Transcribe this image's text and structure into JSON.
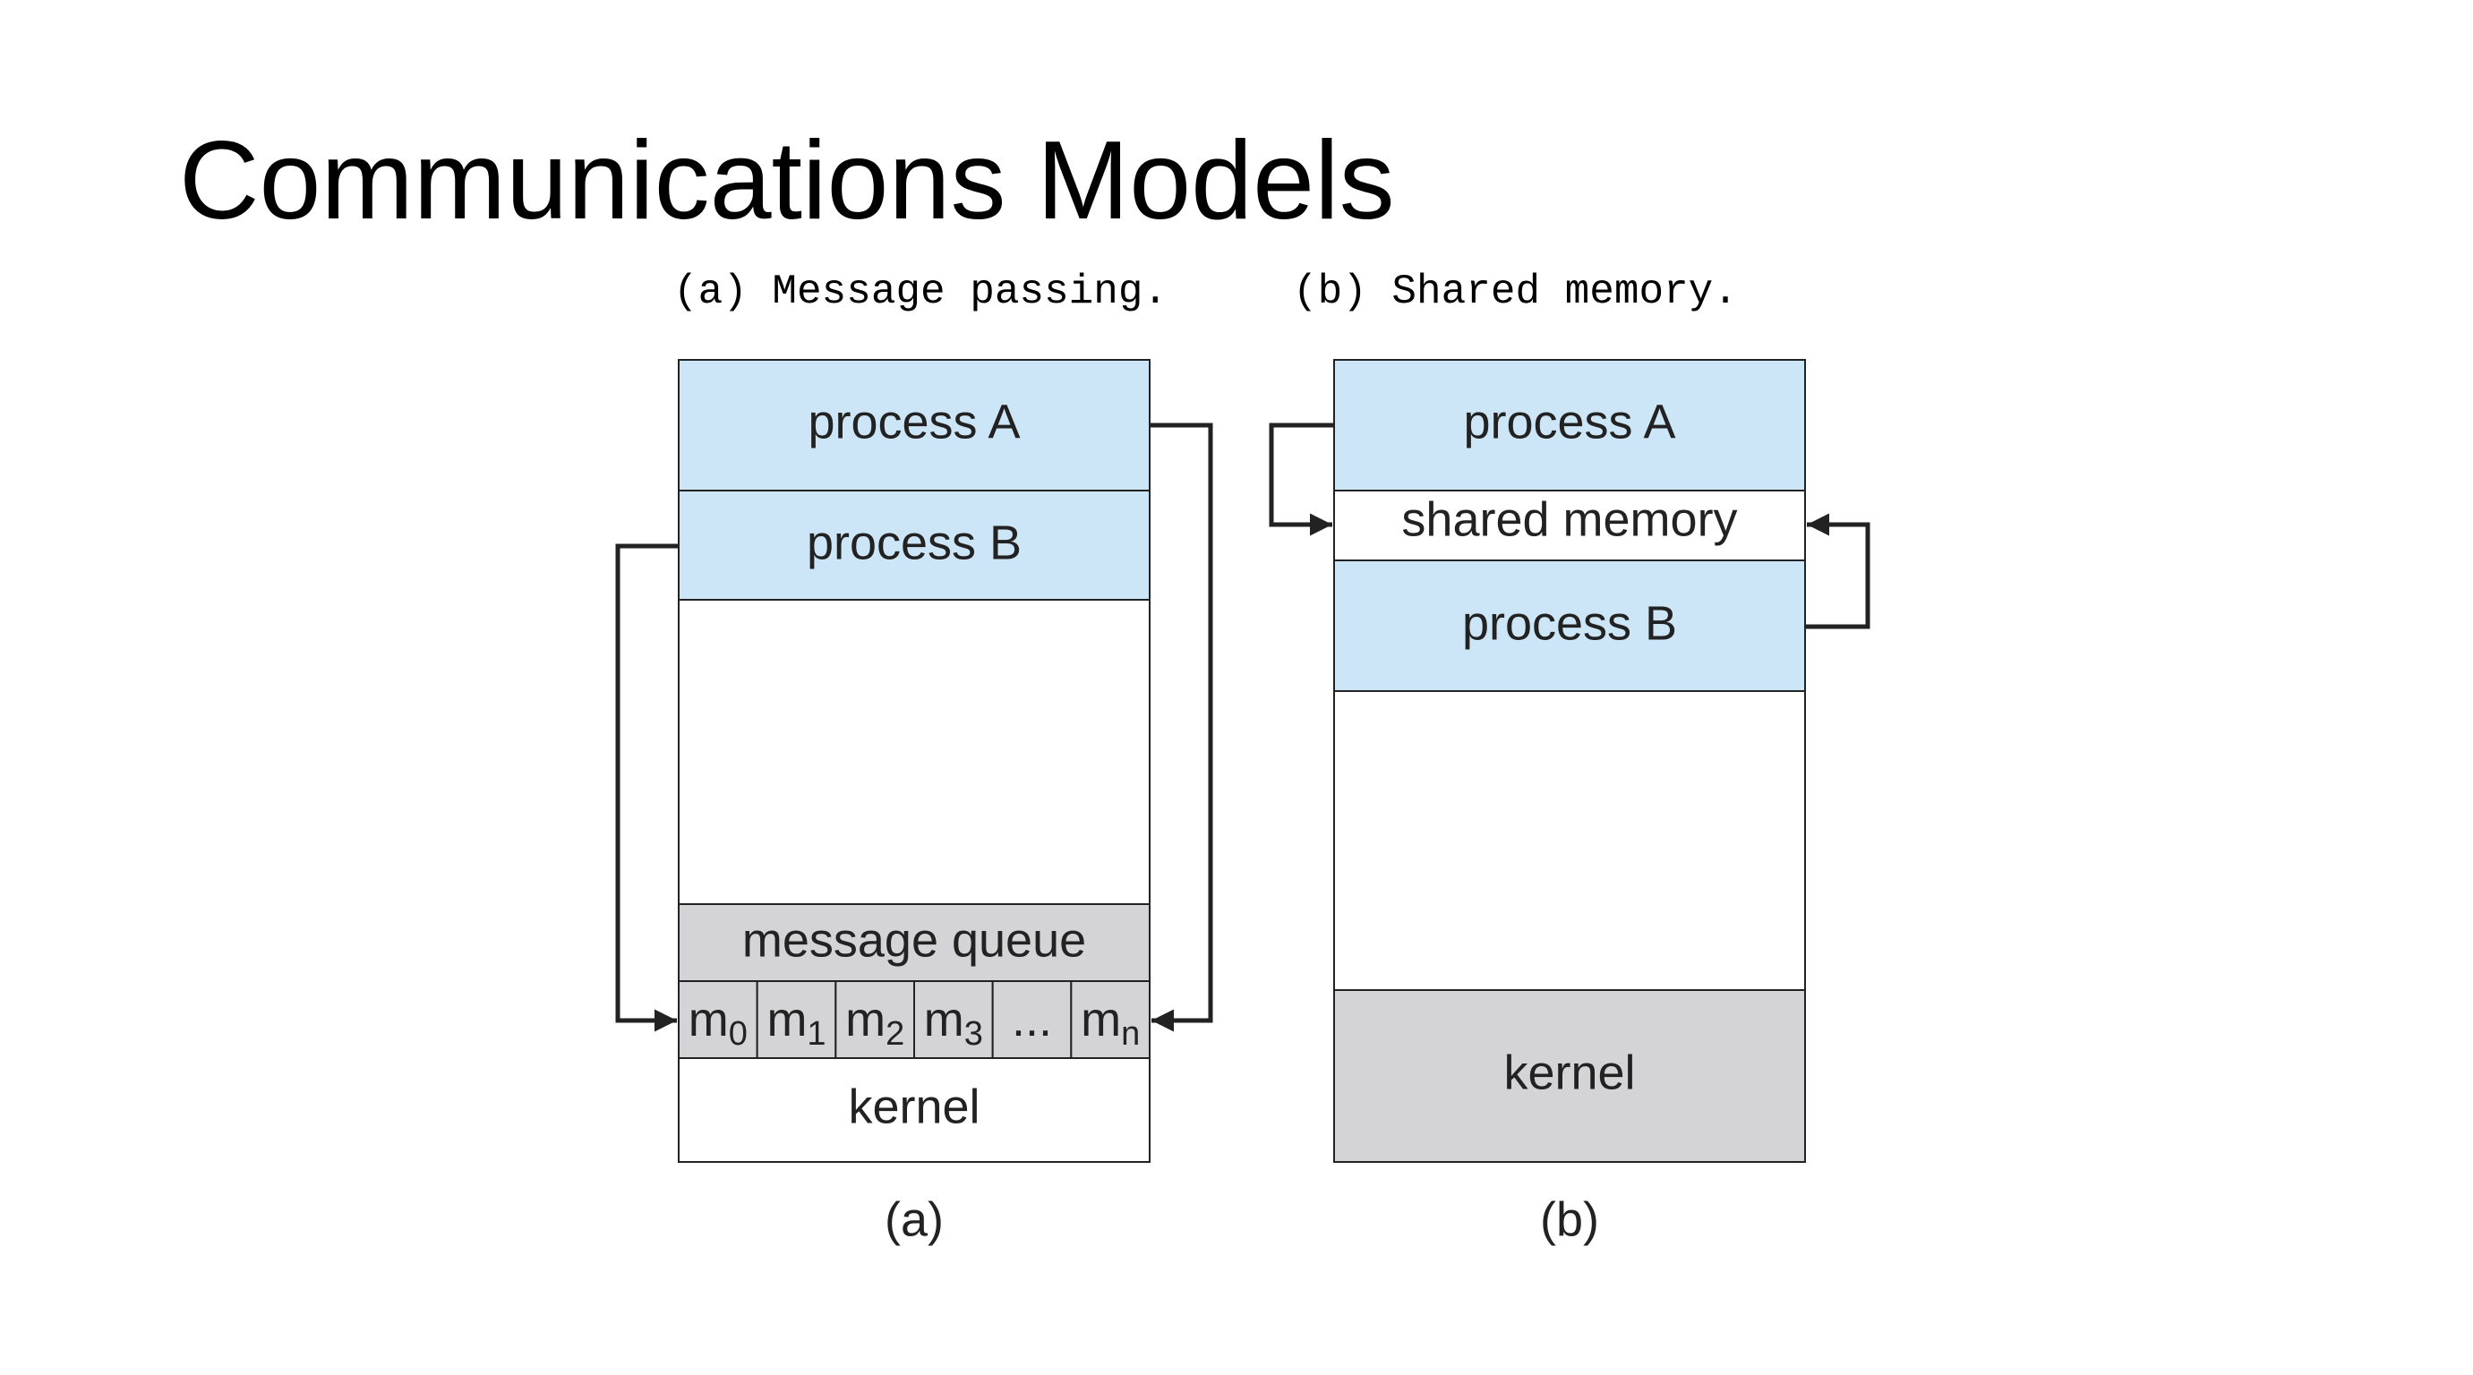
{
  "slide": {
    "title": "Communications Models",
    "caption_a": "(a) Message passing.",
    "caption_b": "(b) Shared memory."
  },
  "panel_a": {
    "process_a": "process A",
    "process_b": "process B",
    "message_queue": "message queue",
    "queue_cells": [
      {
        "base": "m",
        "sub": "0"
      },
      {
        "base": "m",
        "sub": "1"
      },
      {
        "base": "m",
        "sub": "2"
      },
      {
        "base": "m",
        "sub": "3"
      },
      {
        "base": "...",
        "sub": ""
      },
      {
        "base": "m",
        "sub": "n"
      }
    ],
    "kernel": "kernel",
    "label": "(a)"
  },
  "panel_b": {
    "process_a": "process A",
    "shared_memory": "shared memory",
    "process_b": "process B",
    "kernel": "kernel",
    "label": "(b)"
  },
  "colors": {
    "process_fill": "#cde6f7",
    "gray_fill": "#d4d4d6",
    "white_fill": "#ffffff",
    "stroke": "#222222"
  }
}
